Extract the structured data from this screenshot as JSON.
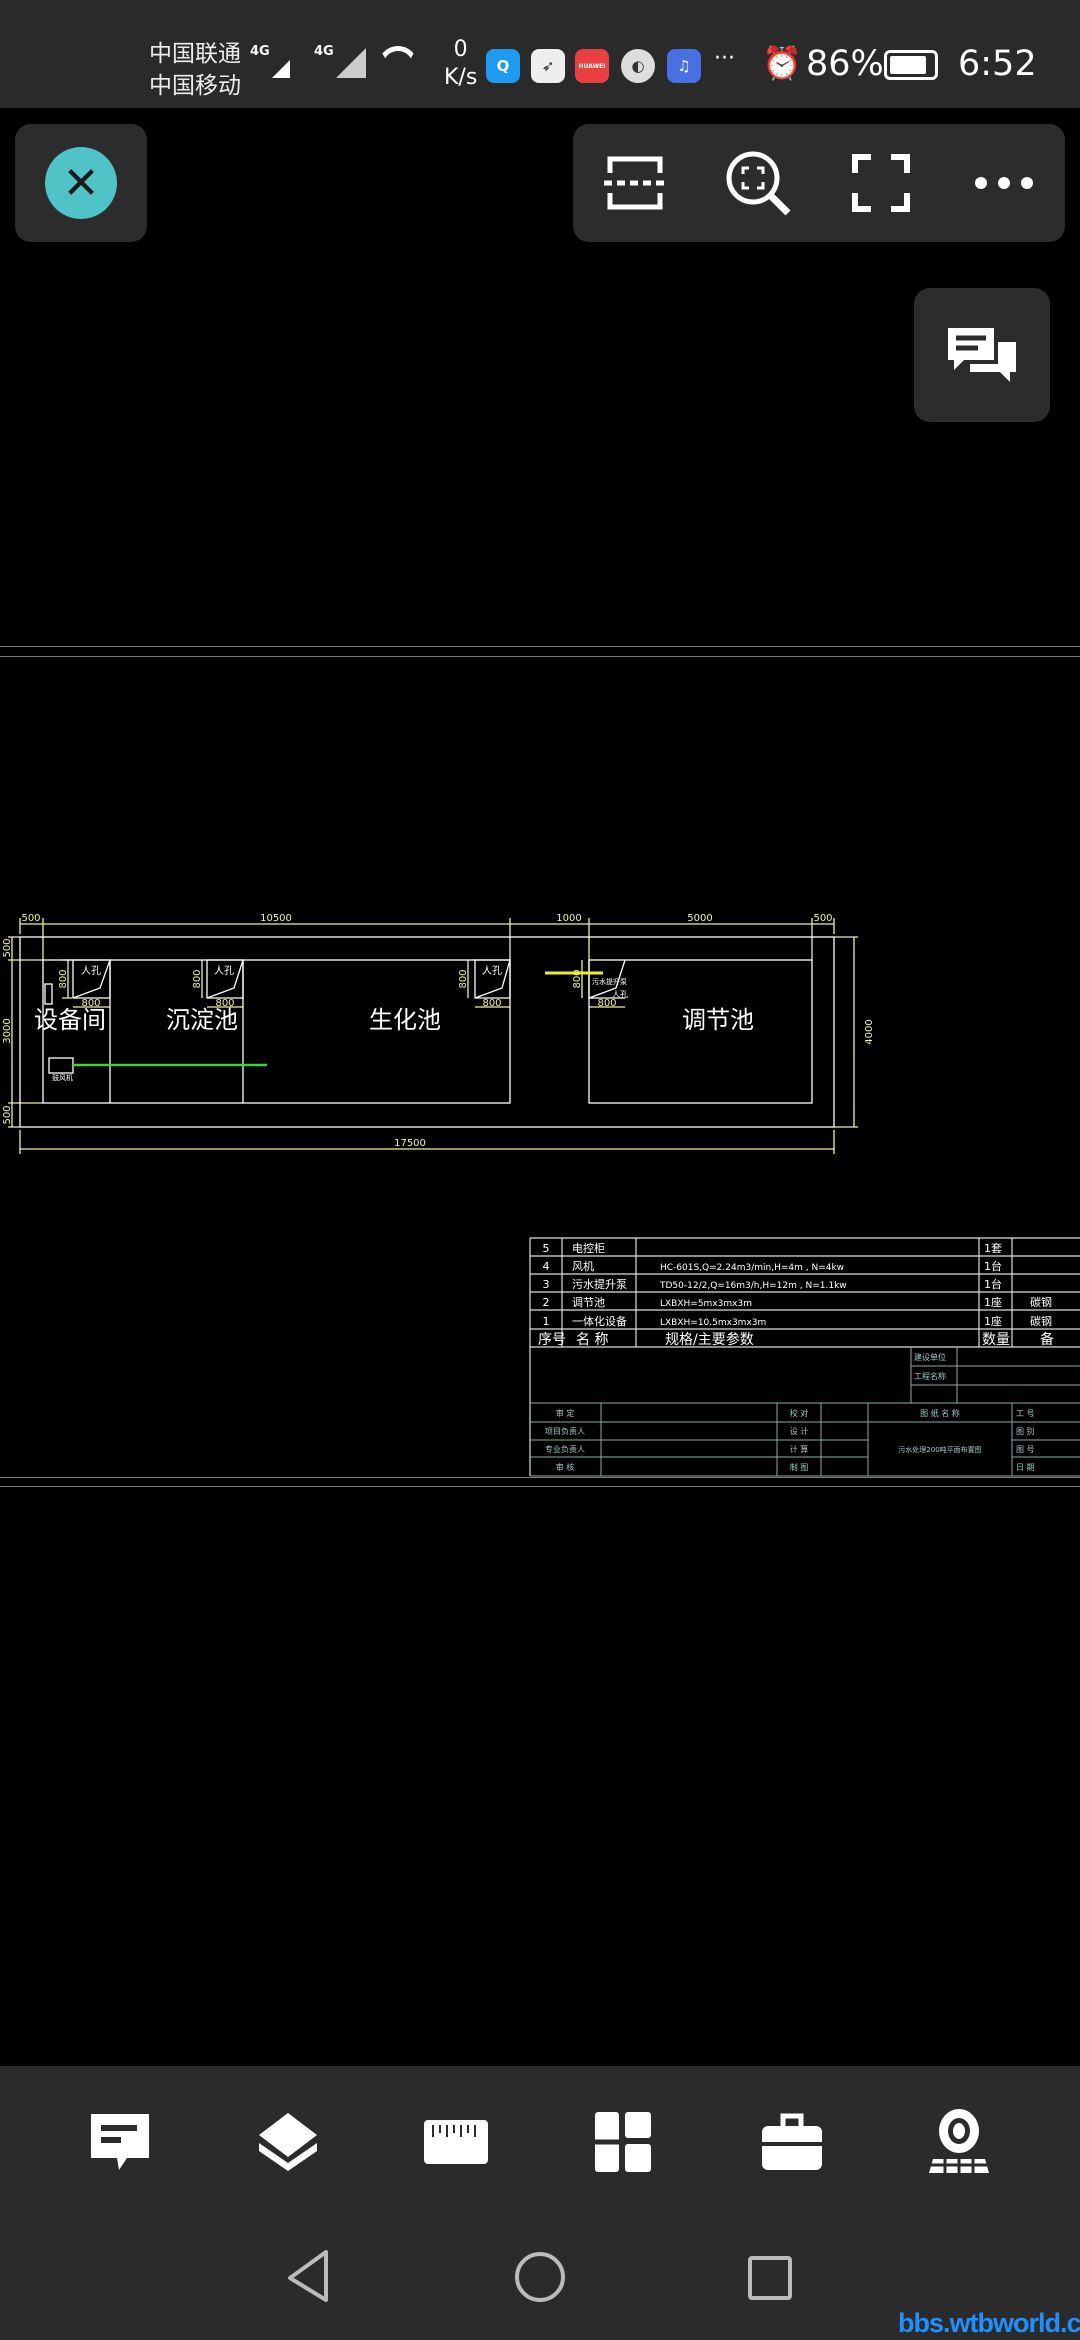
{
  "status_bar": {
    "carrier1": "中国联通",
    "carrier2": "中国移动",
    "net1": "4G",
    "net2": "4G",
    "speed_value": "0",
    "speed_unit": "K/s",
    "app_badge": "HUAWEI",
    "more": "···",
    "battery": "86%",
    "time": "6:52"
  },
  "toolbar": {
    "icons": [
      "close-icon",
      "scan-frame-icon",
      "zoom-fit-icon",
      "fullscreen-icon",
      "more-icon",
      "comments-icon"
    ]
  },
  "drawing": {
    "dims_top": [
      "500",
      "10500",
      "1000",
      "5000",
      "500"
    ],
    "dim_bottom": "17500",
    "dims_left": [
      "500",
      "3000",
      "500"
    ],
    "dim_right": "4000",
    "manhole": "人孔",
    "manhole_size": "800",
    "rooms": [
      "设备间",
      "沉淀池",
      "生化池",
      "调节池"
    ],
    "pump_label": "污水提升泵",
    "blower_label": "鼓风机",
    "colors": {
      "dim": "#f0f0a0",
      "pipe_green": "#40d040",
      "pipe_yellow": "#f0f020"
    }
  },
  "table": {
    "rows": [
      {
        "no": "5",
        "name": "电控柜",
        "spec": "",
        "qty": "1套",
        "note": ""
      },
      {
        "no": "4",
        "name": "风机",
        "spec": "HC-601S,Q=2.24m3/min,H=4m , N=4kw",
        "qty": "1台",
        "note": ""
      },
      {
        "no": "3",
        "name": "污水提升泵",
        "spec": "TD50-12/2,Q=16m3/h,H=12m , N=1.1kw",
        "qty": "1台",
        "note": ""
      },
      {
        "no": "2",
        "name": "调节池",
        "spec": "LXBXH=5mx3mx3m",
        "qty": "1座",
        "note": "碳钢"
      },
      {
        "no": "1",
        "name": "一体化设备",
        "spec": "LXBXH=10.5mx3mx3m",
        "qty": "1座",
        "note": "碳钢"
      }
    ],
    "header": {
      "no": "序号",
      "name": "名  称",
      "spec": "规格/主要参数",
      "qty": "数量",
      "note": "备"
    }
  },
  "title_block": {
    "client": "建设单位",
    "project": "工程名称",
    "left": [
      "审 定",
      "项目负责人",
      "专业负责人",
      "审 核"
    ],
    "mid": [
      "校 对",
      "设 计",
      "计 算",
      "制 图"
    ],
    "drawing_name_label": "图 纸 名 称",
    "drawing_name": "污水处理200吨平面布置图",
    "right": [
      "工 号",
      "图 别",
      "图 号",
      "日 期"
    ]
  },
  "bottom_bar": {
    "icons": [
      "annotation-icon",
      "layers-icon",
      "measure-ruler-icon",
      "layout-icon",
      "toolbox-icon",
      "cad-viewer-icon"
    ]
  },
  "watermark": "bbs.wtbworld.com"
}
